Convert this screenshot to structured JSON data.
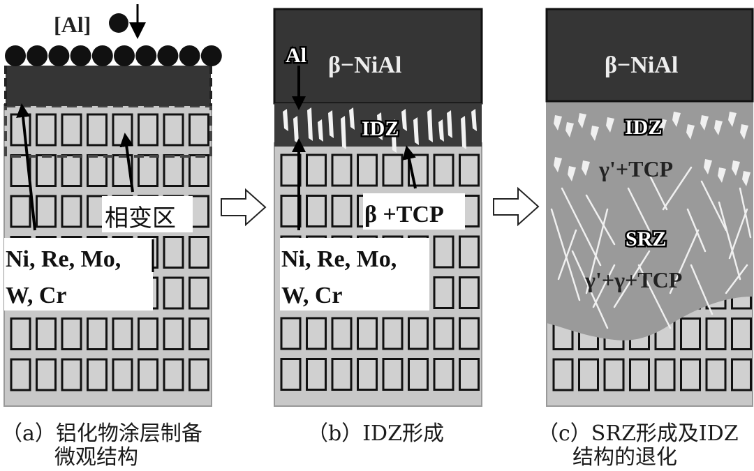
{
  "figure": {
    "panels": [
      {
        "id": "a",
        "top_label": "[Al]",
        "phase_change_label": "相变区",
        "elements_line1": "Ni, Re, Mo,",
        "elements_line2": "W, Cr",
        "caption_line1": "（a）铝化物涂层制备",
        "caption_line2": "微观结构"
      },
      {
        "id": "b",
        "coating_label": "β−NiAl",
        "al_label": "Al",
        "idz_label": "IDZ",
        "precip_label": "β +TCP",
        "elements_line1": "Ni, Re, Mo,",
        "elements_line2": "W, Cr",
        "caption_line1": "（b）IDZ形成"
      },
      {
        "id": "c",
        "coating_label": "β−NiAl",
        "idz_label": "IDZ",
        "idz_phase_label": "γ'+TCP",
        "srz_label": "SRZ",
        "srz_phase_label": "γ'+γ+TCP",
        "caption_line1": "（c）SRZ形成及IDZ",
        "caption_line2": "结构的退化"
      }
    ],
    "colors": {
      "coating_dark": "#353535",
      "substrate": "#c8c8c8",
      "srz_gray": "#9a9a9a",
      "cell_fill": "#d0d0d0",
      "outline": "#111111",
      "label_box": "#ffffff"
    }
  }
}
